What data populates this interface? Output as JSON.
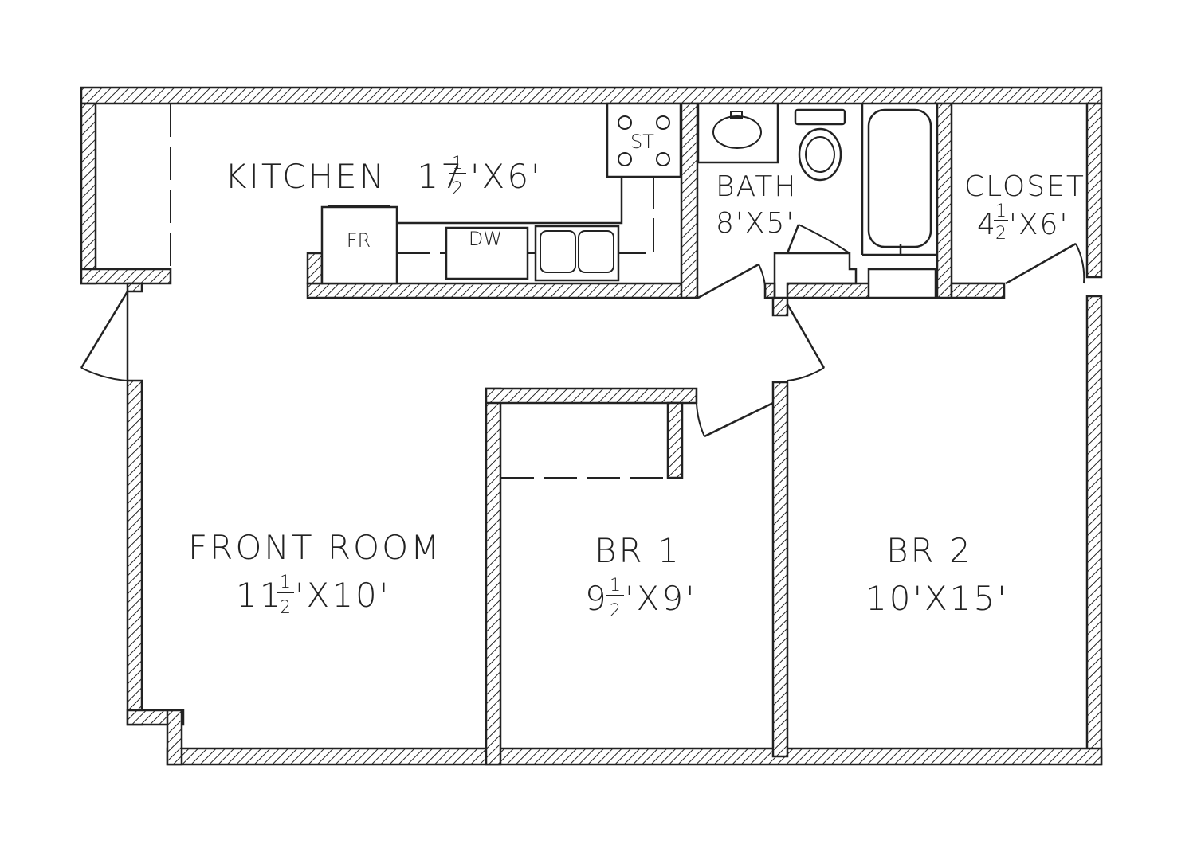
{
  "rooms": {
    "kitchen": {
      "name": "KITCHEN",
      "dim_whole": "17",
      "dim_num": "1",
      "dim_den": "2",
      "dim_rest": "'X6'"
    },
    "bath": {
      "name": "BATH",
      "dims": "8'X5'"
    },
    "closet": {
      "name": "CLOSET",
      "dim_whole": "4",
      "dim_num": "1",
      "dim_den": "2",
      "dim_rest": "'X6'"
    },
    "front_room": {
      "name": "FRONT ROOM",
      "dim_whole": "11",
      "dim_num": "1",
      "dim_den": "2",
      "dim_rest": "'X10'"
    },
    "br1": {
      "name": "BR 1",
      "dim_whole": "9",
      "dim_num": "1",
      "dim_den": "2",
      "dim_rest": "'X9'"
    },
    "br2": {
      "name": "BR 2",
      "dims": "10'X15'"
    }
  },
  "fixtures": {
    "stove": "ST",
    "fridge": "FR",
    "dishwasher": "DW"
  }
}
